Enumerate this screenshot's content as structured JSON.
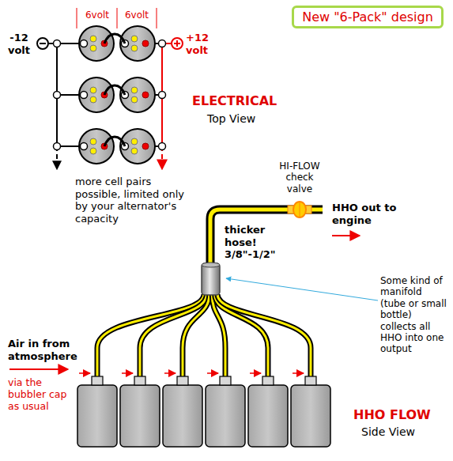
{
  "diagram": {
    "nodes": [
      {
        "text": [
          "New \"6-Pack\" design"
        ]
      }
    ],
    "labels": [
      "6volt",
      "6volt",
      "-12 volt",
      "+12 volt",
      "ELECTRICAL",
      "Top View",
      "more cell pairs possible, limited only by your alternator's capacity",
      "HI-FLOW check valve",
      "HHO out to engine",
      "thicker hose! 3/8\"-1/2\"",
      "Some kind of manifold (tube or small bottle) collects all HHO into one output",
      "Air in from atmosphere",
      "via the bubbler cap as usual",
      "HHO FLOW",
      "Side View"
    ]
  }
}
